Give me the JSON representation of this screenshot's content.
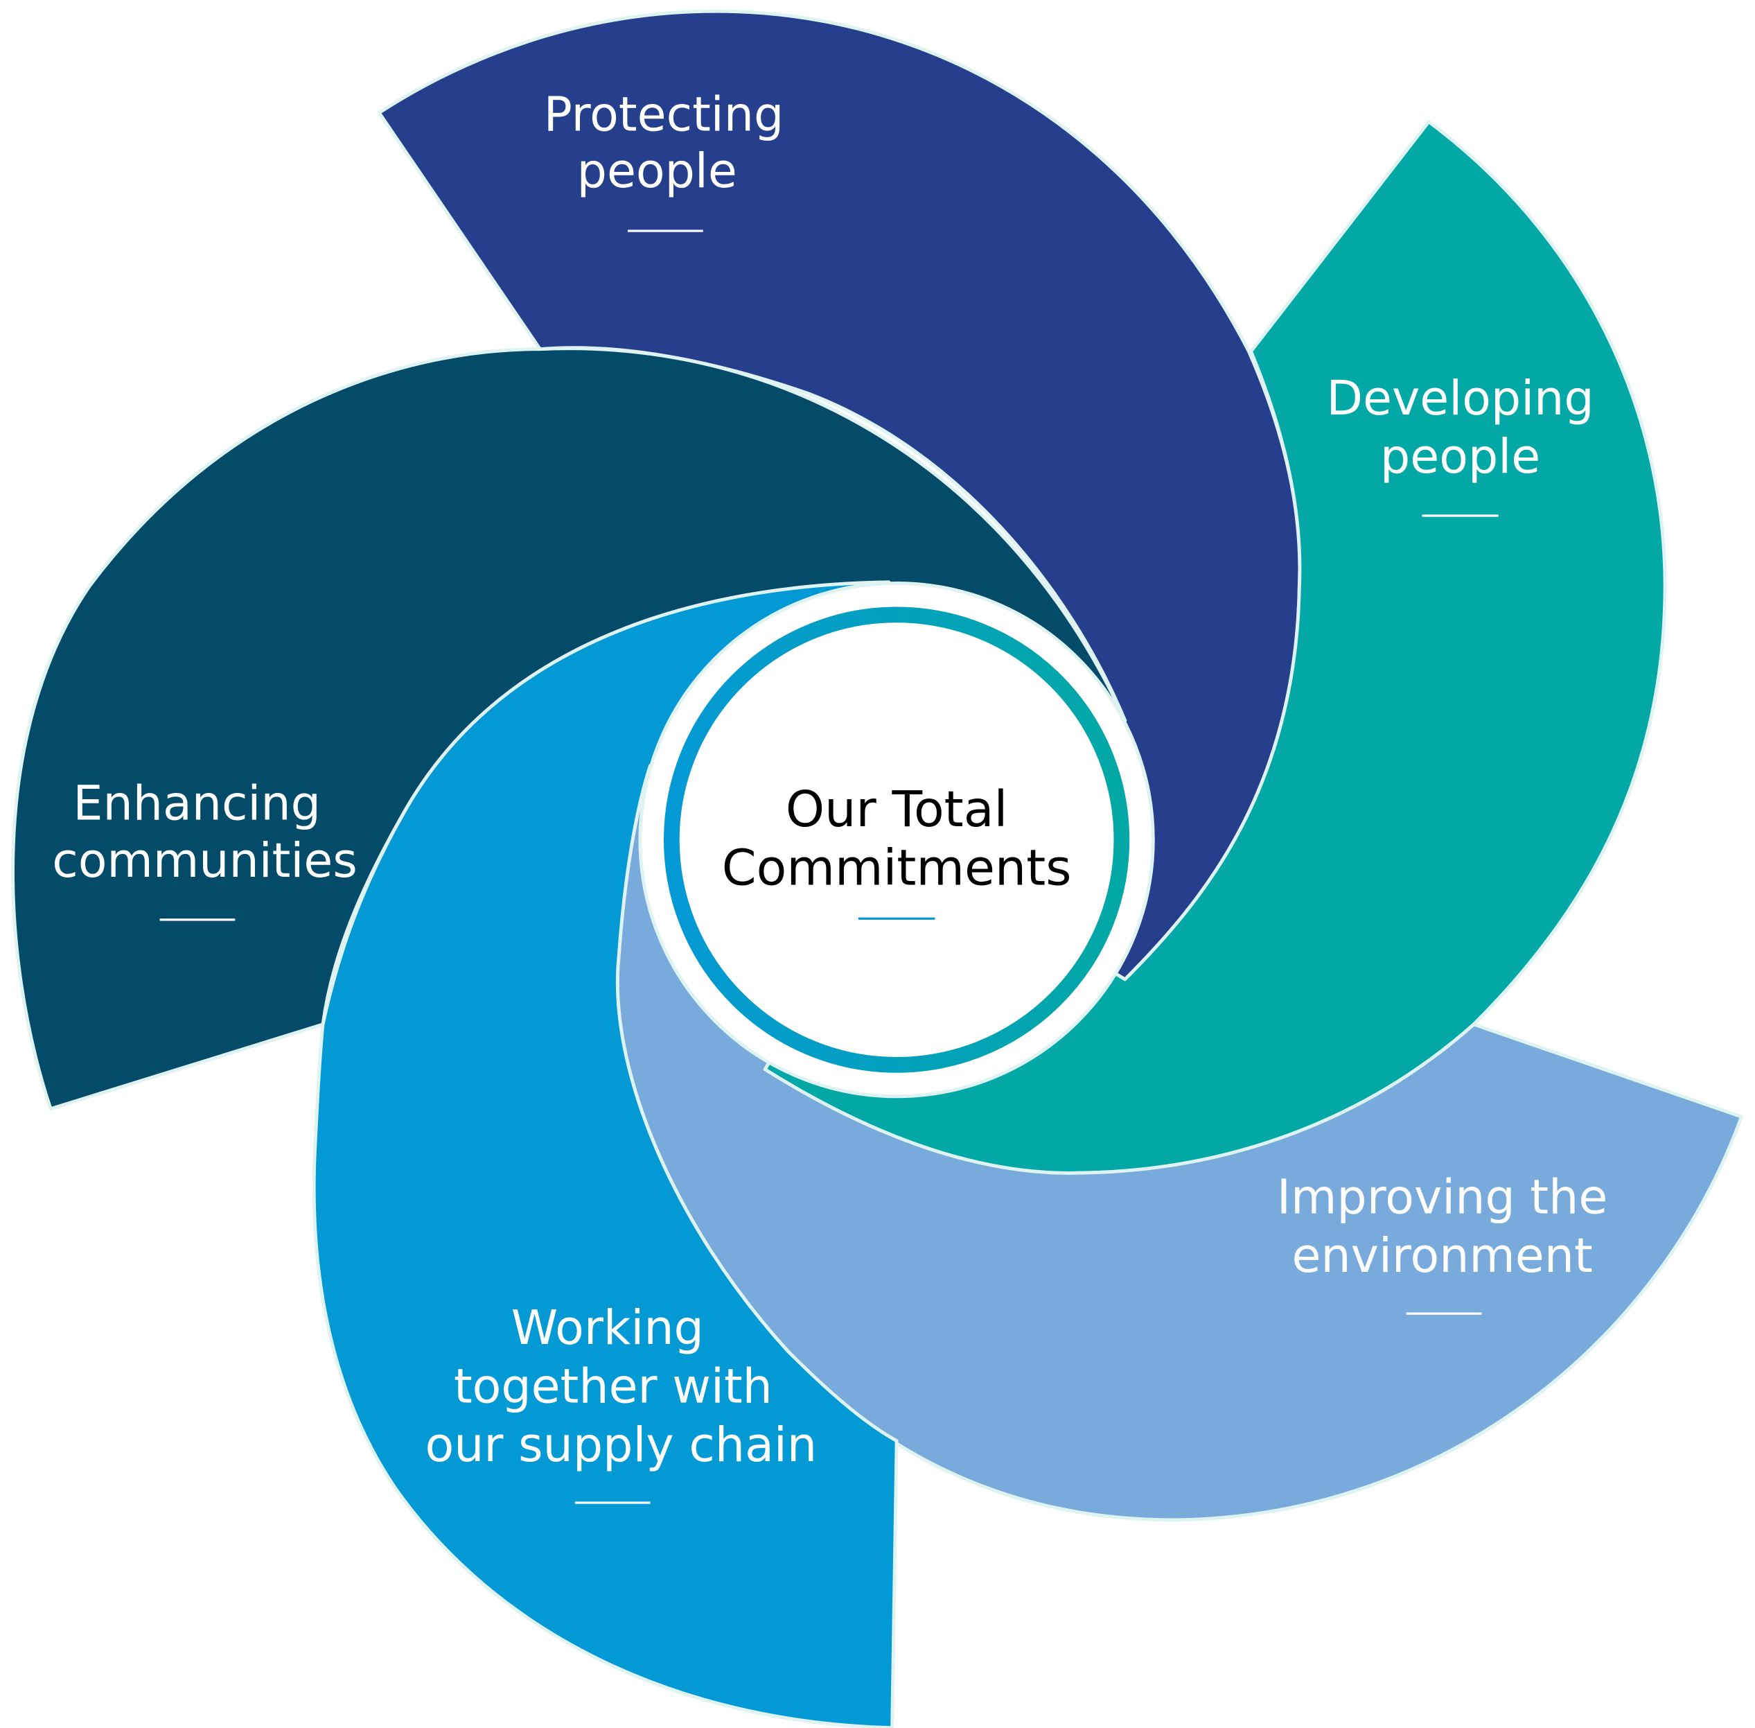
{
  "center": {
    "line1": "Our Total",
    "line2": "Commitments"
  },
  "segments": [
    {
      "name": "protecting",
      "lines": [
        "Protecting",
        "people"
      ],
      "color": "#263f8c"
    },
    {
      "name": "developing",
      "lines": [
        "Developing",
        "people"
      ],
      "color": "#02a8a5"
    },
    {
      "name": "improving",
      "lines": [
        "Improving the",
        "environment"
      ],
      "color": "#78aadb"
    },
    {
      "name": "working",
      "lines": [
        "Working",
        "together with",
        "our supply chain"
      ],
      "color": "#0399d5"
    },
    {
      "name": "enhancing",
      "lines": [
        "Enhancing",
        "communities"
      ],
      "color": "#034b69"
    }
  ],
  "ring_colors": {
    "start": "#0399d5",
    "end": "#02a8a5"
  }
}
